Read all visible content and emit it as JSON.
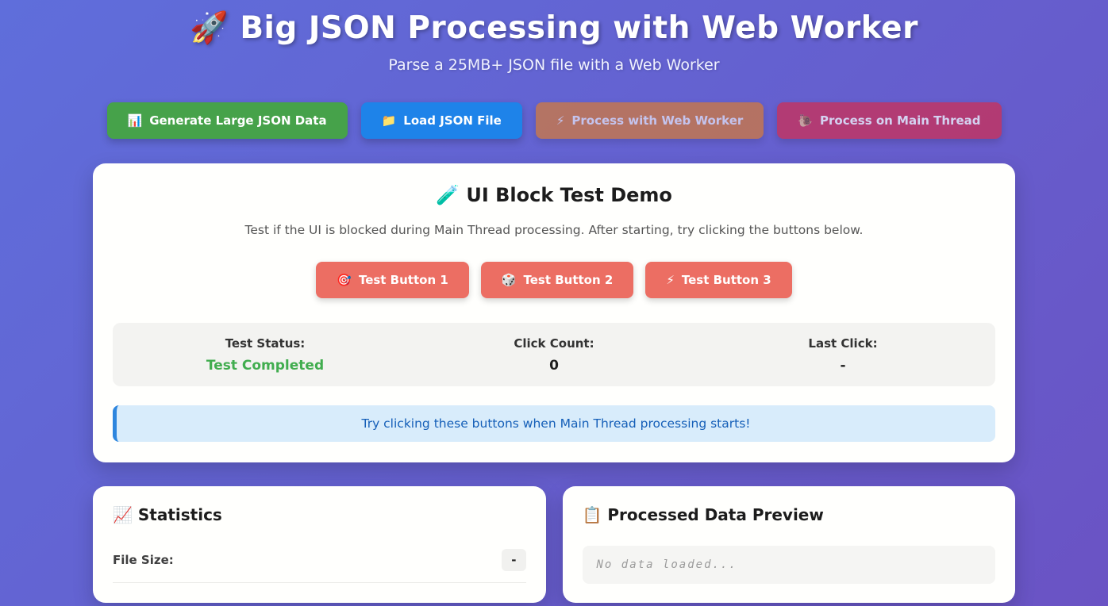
{
  "colors": {
    "background_gradient_start": "#5f6edb",
    "background_gradient_end": "#6a53c4",
    "generate_button": "#46a24a",
    "load_button": "#1e83e9",
    "worker_button": "#e67e22",
    "main_thread_button": "#d02e52",
    "test_button": "#ec6e63",
    "status_success_green": "#41ad4f",
    "info_background": "#d8ecfb",
    "info_border": "#2e86de",
    "info_text": "#155fb8"
  },
  "header": {
    "icon": "🚀",
    "title": "Big JSON Processing with Web Worker",
    "subtitle": "Parse a 25MB+ JSON file with a Web Worker"
  },
  "toolbar": {
    "generate": {
      "icon": "📊",
      "label": "Generate Large JSON Data"
    },
    "load": {
      "icon": "📁",
      "label": "Load JSON File"
    },
    "worker": {
      "icon": "⚡",
      "label": "Process with Web Worker"
    },
    "main_thread": {
      "icon": "🐌",
      "label": "Process on Main Thread"
    }
  },
  "demo": {
    "icon": "🧪",
    "title": "UI Block Test Demo",
    "description": "Test if the UI is blocked during Main Thread processing. After starting, try clicking the buttons below.",
    "test_buttons": [
      {
        "icon": "🎯",
        "label": "Test Button 1"
      },
      {
        "icon": "🎲",
        "label": "Test Button 2"
      },
      {
        "icon": "⚡",
        "label": "Test Button 3"
      }
    ],
    "status": {
      "test_status_label": "Test Status:",
      "test_status_value": "Test Completed",
      "click_count_label": "Click Count:",
      "click_count_value": "0",
      "last_click_label": "Last Click:",
      "last_click_value": "-"
    },
    "info_message": "Try clicking these buttons when Main Thread processing starts!"
  },
  "statistics": {
    "icon": "📈",
    "title": "Statistics",
    "rows": [
      {
        "label": "File Size:",
        "value": "-"
      }
    ]
  },
  "preview": {
    "icon": "📋",
    "title": "Processed Data Preview",
    "placeholder": "No data loaded..."
  }
}
